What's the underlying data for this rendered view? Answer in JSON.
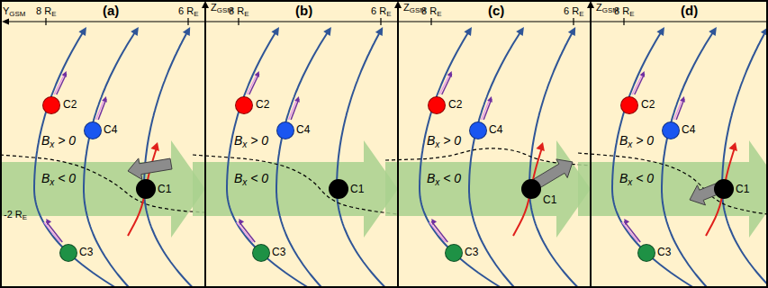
{
  "diagram": {
    "nodes": [
      {
        "text": [
          "(a)"
        ]
      },
      {
        "text": [
          "C2"
        ],
        "in": 0
      },
      {
        "text": [
          "C4"
        ],
        "in": 0
      },
      {
        "text": [
          "C1"
        ],
        "in": 0
      },
      {
        "text": [
          "C3"
        ],
        "in": 0
      },
      {
        "text": [
          "(b)"
        ]
      },
      {
        "text": [
          "C2"
        ],
        "in": 5
      },
      {
        "text": [
          "C4"
        ],
        "in": 5
      },
      {
        "text": [
          "C1"
        ],
        "in": 5
      },
      {
        "text": [
          "C3"
        ],
        "in": 5
      },
      {
        "text": [
          "(c)"
        ]
      },
      {
        "text": [
          "C2"
        ],
        "in": 10
      },
      {
        "text": [
          "C4"
        ],
        "in": 10
      },
      {
        "text": [
          "C1"
        ],
        "in": 10
      },
      {
        "text": [
          "C3"
        ],
        "in": 10
      },
      {
        "text": [
          "(d)"
        ]
      },
      {
        "text": [
          "C2"
        ],
        "in": 15
      },
      {
        "text": [
          "C4"
        ],
        "in": 15
      },
      {
        "text": [
          "C1"
        ],
        "in": 15
      },
      {
        "text": [
          "C3"
        ],
        "in": 15
      }
    ],
    "labels": [
      "YGSM",
      "ZGSM",
      "8 RE",
      "6 RE",
      "Bx > 0",
      "Bx < 0",
      "-2 RE",
      "ZGSM",
      "8 RE",
      "6 RE",
      "Bx > 0",
      "Bx < 0",
      "ZGSM",
      "8 RE",
      "6 RE",
      "Bx > 0",
      "Bx < 0",
      "8 RE",
      "Bx > 0",
      "Bx < 0"
    ]
  }
}
